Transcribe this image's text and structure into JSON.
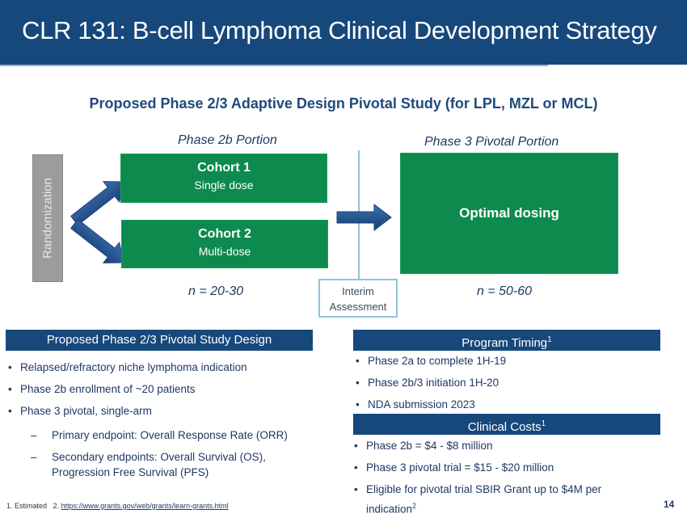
{
  "header": {
    "title": "CLR 131: B-cell Lymphoma Clinical Development Strategy"
  },
  "subtitle": "Proposed Phase 2/3 Adaptive Design Pivotal Study (for LPL, MZL or MCL)",
  "diagram": {
    "randomization": "Randomization",
    "phase2b_label": "Phase 2b Portion",
    "phase3_label": "Phase 3 Pivotal Portion",
    "cohort1": {
      "title": "Cohort 1",
      "subtitle": "Single dose"
    },
    "cohort2": {
      "title": "Cohort 2",
      "subtitle": "Multi-dose"
    },
    "optimal": "Optimal dosing",
    "n_phase2b": "n = 20-30",
    "n_phase3": "n = 50-60",
    "interim_line1": "Interim",
    "interim_line2": "Assessment"
  },
  "design_panel": {
    "heading": "Proposed Phase 2/3 Pivotal Study Design",
    "bullets": [
      "Relapsed/refractory niche lymphoma indication",
      "Phase 2b enrollment of ~20 patients",
      "Phase 3 pivotal, single-arm"
    ],
    "sub_bullets": [
      "Primary endpoint: Overall Response Rate (ORR)",
      "Secondary endpoints: Overall Survival (OS), Progression Free Survival (PFS)"
    ]
  },
  "timing_panel": {
    "heading": "Program Timing",
    "footnote_ref": "1",
    "bullets": [
      "Phase 2a to complete 1H-19",
      "Phase 2b/3 initiation 1H-20",
      "NDA submission 2023"
    ]
  },
  "costs_panel": {
    "heading": "Clinical Costs",
    "footnote_ref": "1",
    "bullets": [
      "Phase 2b = $4 - $8 million",
      "Phase 3 pivotal trial = $15 - $20 million"
    ],
    "bullet3_text": "Eligible for pivotal trial SBIR Grant up to $4M per indication",
    "bullet3_ref": "2"
  },
  "footer": {
    "note1": "1. Estimated",
    "note2_prefix": "2.",
    "link": "https://www.grants.gov/web/grants/learn-grants.html"
  },
  "page_number": "14"
}
